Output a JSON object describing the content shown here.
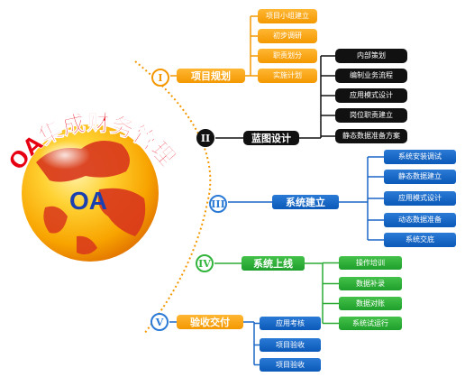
{
  "title": "OA集成财务管理",
  "globe_label": "OA",
  "phases": [
    {
      "numeral": "I",
      "label": "项目规划",
      "color": "orange",
      "tasks": [
        "项目小组建立",
        "初步调研",
        "职责划分",
        "实施计划"
      ]
    },
    {
      "numeral": "II",
      "label": "蓝图设计",
      "color": "black",
      "tasks": [
        "内部策划",
        "编制业务流程",
        "应用模式设计",
        "岗位职责建立",
        "静态数据准备方案"
      ]
    },
    {
      "numeral": "III",
      "label": "系统建立",
      "color": "blue",
      "tasks": [
        "系统安装调试",
        "静态数据建立",
        "应用模式设计",
        "动态数据准备",
        "系统交底"
      ]
    },
    {
      "numeral": "IV",
      "label": "系统上线",
      "color": "green",
      "tasks": [
        "操作培训",
        "数据补录",
        "数据对账",
        "系统试运行"
      ]
    },
    {
      "numeral": "V",
      "label": "验收交付",
      "color": "blue",
      "tasks": [
        "应用考核",
        "项目验收",
        "项目验收"
      ]
    }
  ],
  "colors": {
    "orange": "#f39800",
    "black": "#111111",
    "blue": "#1a67c6",
    "green": "#2bab34",
    "title_red": "#e60012"
  }
}
